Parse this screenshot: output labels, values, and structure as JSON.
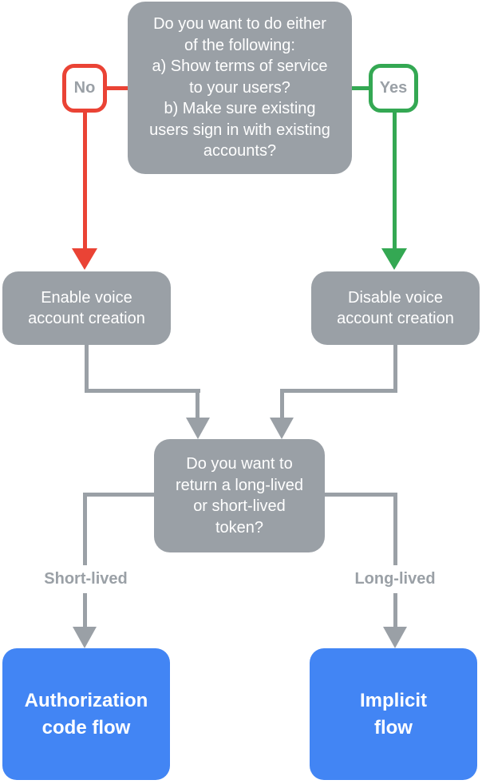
{
  "colors": {
    "gray": "#9AA0A6",
    "red": "#EA4335",
    "green": "#34A853",
    "blue": "#4285F4",
    "label-text": "#9AA0A6",
    "box-text": "#FFFFFF",
    "bg": "#FFFFFF"
  },
  "flowchart": {
    "top_question": {
      "text": "Do you want to do either\nof the following:\na) Show terms of service\nto your users?\nb) Make sure existing\nusers sign in with existing\naccounts?"
    },
    "no_label": {
      "text": "No"
    },
    "yes_label": {
      "text": "Yes"
    },
    "enable_box": {
      "text": "Enable voice\naccount creation"
    },
    "disable_box": {
      "text": "Disable voice\naccount creation"
    },
    "token_question": {
      "text": "Do you want to\nreturn a long-lived\nor short-lived\ntoken?"
    },
    "short_lived_label": {
      "text": "Short-lived"
    },
    "long_lived_label": {
      "text": "Long-lived"
    },
    "auth_code_box": {
      "text": "Authorization\ncode flow"
    },
    "implicit_box": {
      "text": "Implicit\nflow"
    }
  }
}
